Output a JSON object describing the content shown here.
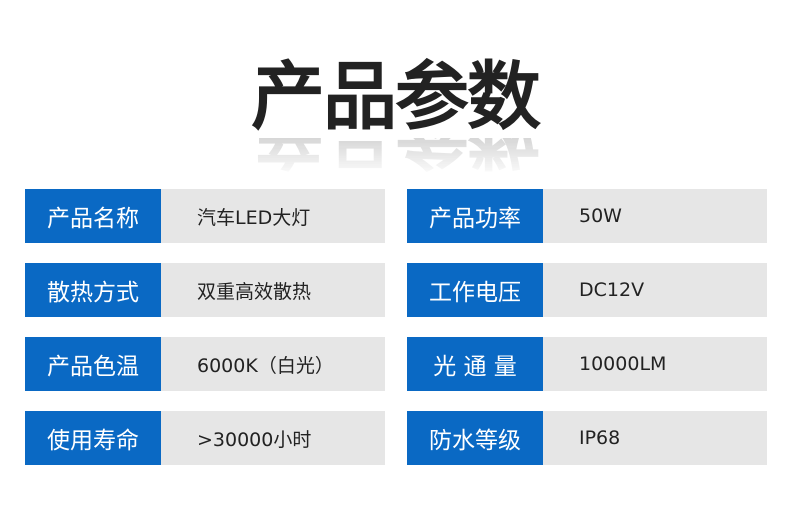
{
  "title": "产品参数",
  "params": [
    {
      "label": "产品名称",
      "value": "汽车LED大灯"
    },
    {
      "label": "产品功率",
      "value": "50W"
    },
    {
      "label": "散热方式",
      "value": "双重高效散热"
    },
    {
      "label": "工作电压",
      "value": "DC12V"
    },
    {
      "label": "产品色温",
      "value": "6000K（白光）"
    },
    {
      "label": "光 通 量",
      "value": "10000LM"
    },
    {
      "label": "使用寿命",
      "value": ">30000小时"
    },
    {
      "label": "防水等级",
      "value": "IP68"
    }
  ],
  "colors": {
    "label_bg": "#0a69c4",
    "value_bg": "#e6e6e6"
  }
}
